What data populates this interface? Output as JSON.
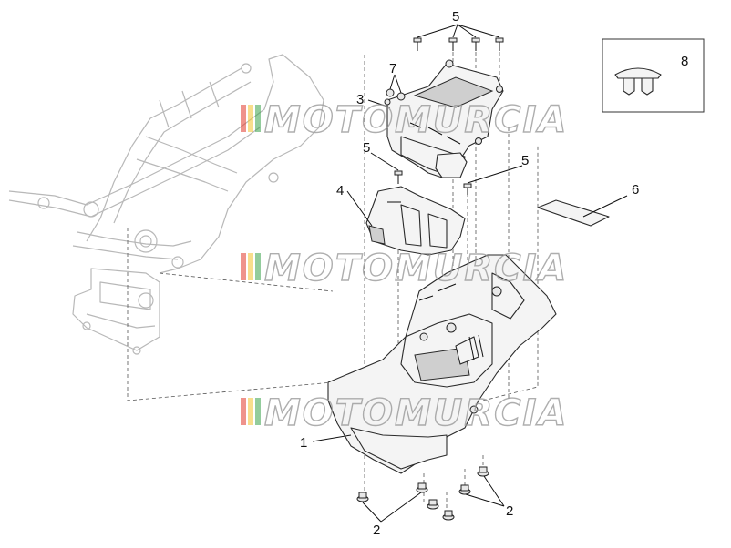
{
  "diagram": {
    "callouts": [
      {
        "id": "c1",
        "label": "1"
      },
      {
        "id": "c2a",
        "label": "2"
      },
      {
        "id": "c2b",
        "label": "2"
      },
      {
        "id": "c3",
        "label": "3"
      },
      {
        "id": "c4",
        "label": "4"
      },
      {
        "id": "c5a",
        "label": "5"
      },
      {
        "id": "c5b",
        "label": "5"
      },
      {
        "id": "c5c",
        "label": "5"
      },
      {
        "id": "c6",
        "label": "6"
      },
      {
        "id": "c7",
        "label": "7"
      },
      {
        "id": "c8",
        "label": "8"
      }
    ],
    "watermark": {
      "text": "MOTOMURCIA",
      "stripe_colors": [
        "#e23b2e",
        "#f2c230",
        "#3aa24a"
      ]
    }
  }
}
